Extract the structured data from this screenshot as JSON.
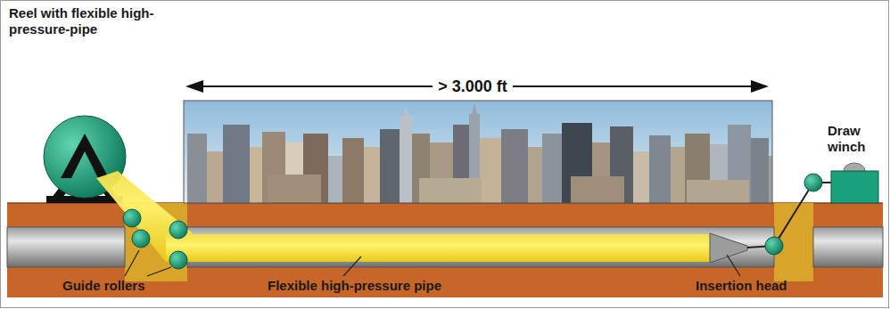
{
  "diagram": {
    "labels": [
      "Reel with flexible high-pressure-pipe",
      "> 3.000 ft",
      "Draw winch",
      "Guide rollers",
      "Flexible high-pressure pipe",
      "Insertion head"
    ]
  }
}
